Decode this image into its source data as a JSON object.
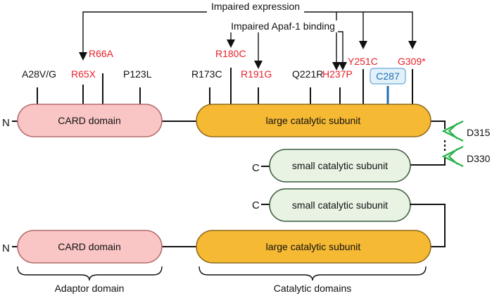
{
  "colors": {
    "card_fill": "#f9c5c5",
    "card_stroke": "#b46a6a",
    "large_fill": "#f6b933",
    "large_stroke": "#8e6a1a",
    "small_fill": "#e8f3e4",
    "small_stroke": "#3c5a3c",
    "mutation_red": "#e8202a",
    "cys_blue": "#1e6fb3",
    "cys_box_fill": "#e3f1fb",
    "cleavage_green": "#28b24a"
  },
  "annotations": {
    "impaired_expression": "Impaired expression",
    "impaired_apaf1": "Impaired Apaf-1 binding"
  },
  "mutations": {
    "a28vg": "A28V/G",
    "r65x": "R65X",
    "r66a": "R66A",
    "p123l": "P123L",
    "r173c": "R173C",
    "r180c": "R180C",
    "r191g": "R191G",
    "q221r": "Q221R",
    "h237p": "H237P",
    "y251c": "Y251C",
    "c287": "C287",
    "g309": "G309*"
  },
  "cleavage_sites": {
    "d315": "D315",
    "d330": "D330"
  },
  "domains": {
    "card_top": "CARD domain",
    "large_top": "large catalytic subunit",
    "small_top": "small catalytic subunit",
    "small_bottom": "small catalytic subunit",
    "card_bottom": "CARD domain",
    "large_bottom": "large catalytic subunit"
  },
  "termini": {
    "n_top": "N",
    "c_mid": "C",
    "c_bottom": "C",
    "n_bottom": "N"
  },
  "brackets": {
    "adaptor": "Adaptor domain",
    "catalytic": "Catalytic domains"
  }
}
